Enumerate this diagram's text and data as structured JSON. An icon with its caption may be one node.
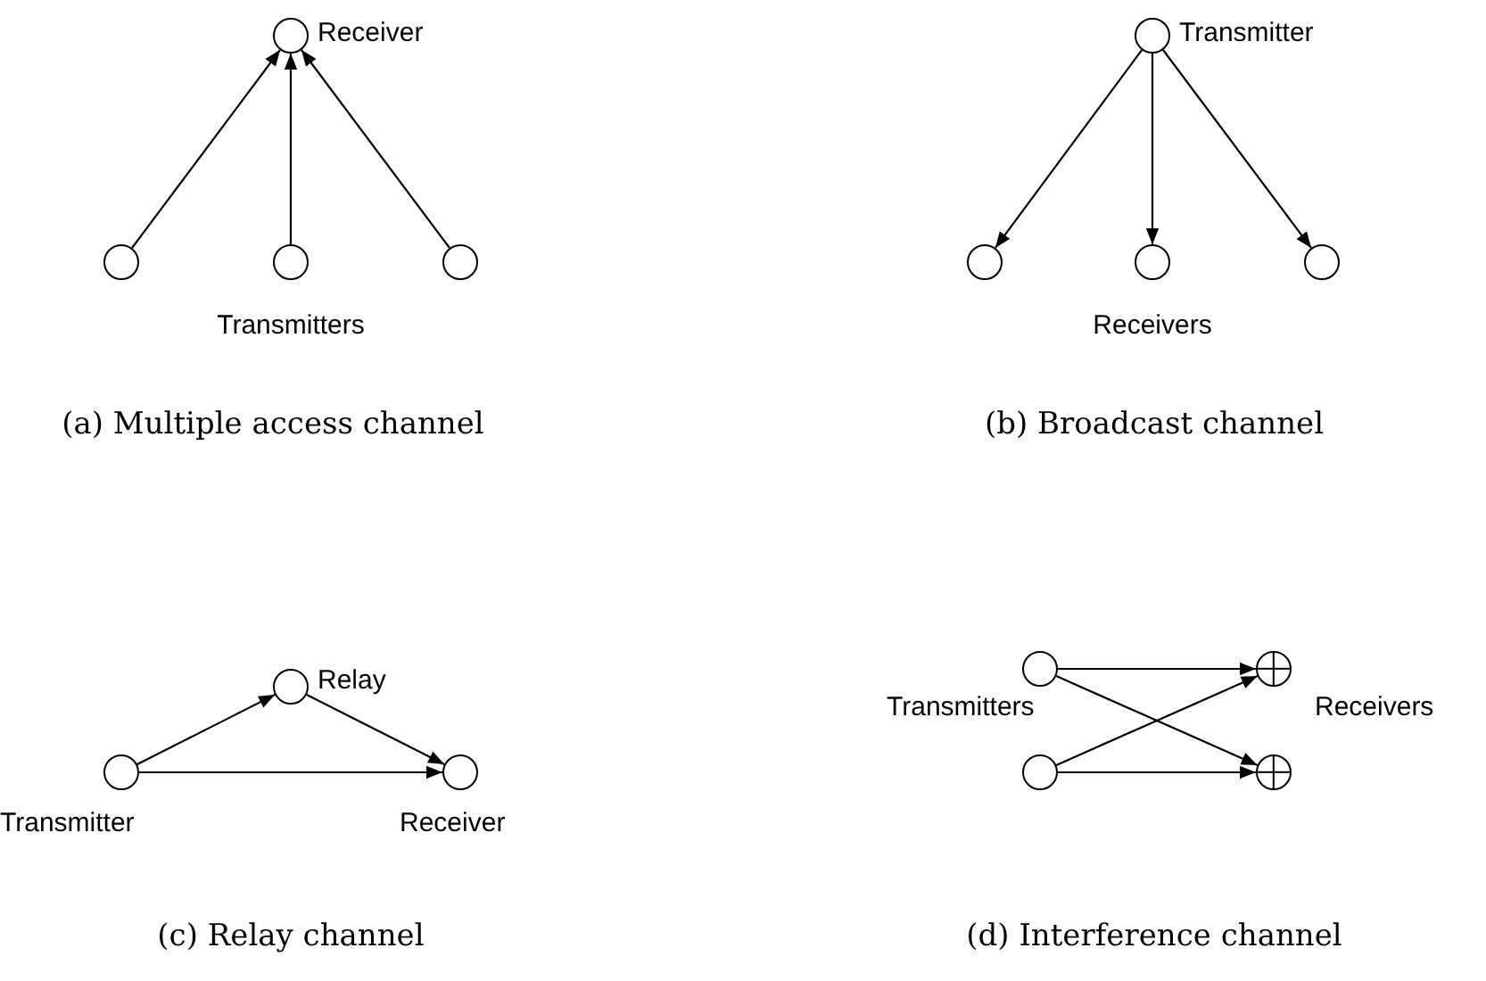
{
  "diagram": {
    "nodes": [
      {
        "text": [],
        "shape": "circle",
        "beside": [
          "Receiver"
        ]
      },
      {
        "text": [],
        "shape": "circle"
      },
      {
        "text": [],
        "shape": "circle"
      },
      {
        "text": [],
        "shape": "circle"
      },
      {
        "text": [],
        "shape": "circle",
        "beside": [
          "Transmitter"
        ]
      },
      {
        "text": [],
        "shape": "circle"
      },
      {
        "text": [],
        "shape": "circle"
      },
      {
        "text": [],
        "shape": "circle"
      },
      {
        "text": [],
        "shape": "circle",
        "beside": [
          "Relay"
        ]
      },
      {
        "text": [],
        "shape": "circle",
        "beside": [
          "Transmitter"
        ]
      },
      {
        "text": [],
        "shape": "circle",
        "beside": [
          "Receiver"
        ]
      },
      {
        "text": [],
        "shape": "circle"
      },
      {
        "text": [],
        "shape": "adder"
      },
      {
        "text": [],
        "shape": "circle"
      },
      {
        "text": [],
        "shape": "adder"
      }
    ],
    "edges": [
      {
        "from": 1,
        "to": 0,
        "arrow": "to"
      },
      {
        "from": 2,
        "to": 0,
        "arrow": "to"
      },
      {
        "from": 3,
        "to": 0,
        "arrow": "to"
      },
      {
        "from": 4,
        "to": 5,
        "arrow": "to"
      },
      {
        "from": 4,
        "to": 6,
        "arrow": "to"
      },
      {
        "from": 4,
        "to": 7,
        "arrow": "to"
      },
      {
        "from": 9,
        "to": 8,
        "arrow": "to"
      },
      {
        "from": 8,
        "to": 10,
        "arrow": "to"
      },
      {
        "from": 9,
        "to": 10,
        "arrow": "to"
      },
      {
        "from": 11,
        "to": 12,
        "arrow": "to"
      },
      {
        "from": 11,
        "to": 14,
        "arrow": "to"
      },
      {
        "from": 13,
        "to": 12,
        "arrow": "to"
      },
      {
        "from": 13,
        "to": 14,
        "arrow": "to"
      }
    ],
    "labels": [
      "Transmitters",
      "Receivers",
      "(a) Multiple access channel",
      "(b) Broadcast channel",
      "Transmitters",
      "Receivers",
      "(c) Relay channel",
      "(d) Interference channel"
    ]
  }
}
